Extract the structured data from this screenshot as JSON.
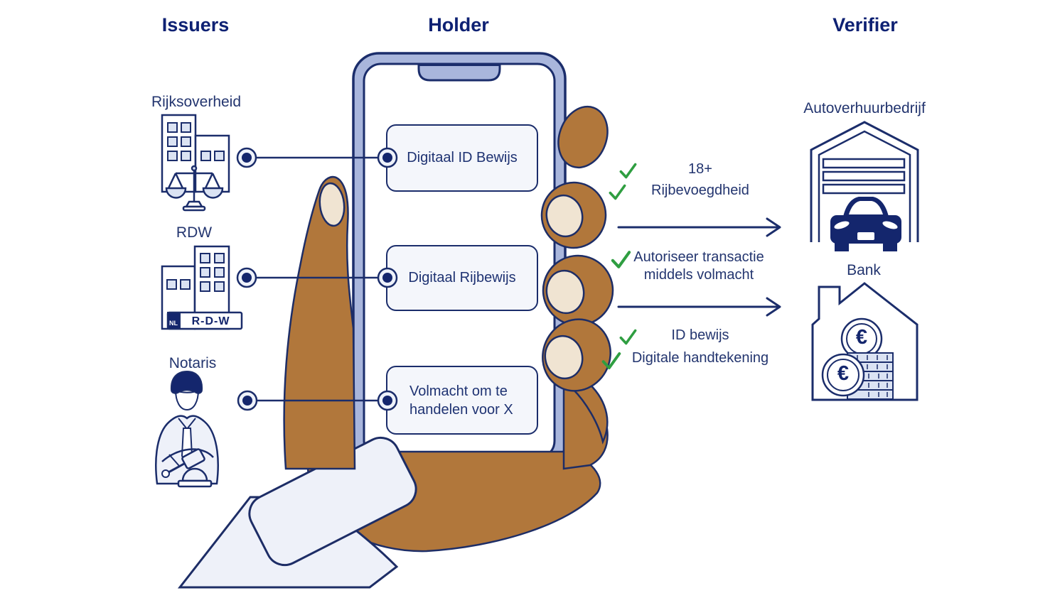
{
  "colors": {
    "navy_outline": "#1b2d6b",
    "heading_text": "#0e2173",
    "body_text": "#23356f",
    "phone_frame": "#a9b6dc",
    "card_background": "#f4f6fb",
    "window_fill": "#dbe3f3",
    "skin": "#b1773b",
    "fingernail": "#f0e4d2",
    "sleeve": "#eef1f9",
    "check_green": "#2f9e41"
  },
  "headers": {
    "issuers": "Issuers",
    "holder": "Holder",
    "verifier": "Verifier"
  },
  "issuers": [
    {
      "label": "Rijksoverheid",
      "icon": "government-building-scales-icon"
    },
    {
      "label": "RDW",
      "icon": "rdw-building-icon",
      "plate": "R-D-W",
      "plate_country": "NL"
    },
    {
      "label": "Notaris",
      "icon": "notary-person-gavel-icon"
    }
  ],
  "wallet": {
    "cards": [
      {
        "label": "Digitaal ID Bewijs"
      },
      {
        "label": "Digitaal Rijbewijs"
      },
      {
        "label": "Volmacht om te handelen voor X"
      }
    ]
  },
  "claims": {
    "group1": [
      {
        "label": "18+",
        "checked": true
      },
      {
        "label": "Rijbevoegdheid",
        "checked": true
      }
    ],
    "group2": [
      {
        "label": "Autoriseer transactie middels volmacht",
        "checked": true
      }
    ],
    "group3": [
      {
        "label": "ID bewijs",
        "checked": true
      },
      {
        "label": "Digitale handtekening",
        "checked": true
      }
    ]
  },
  "verifiers": [
    {
      "label": "Autoverhuurbedrijf",
      "icon": "car-rental-garage-icon"
    },
    {
      "label": "Bank",
      "icon": "bank-house-coins-icon",
      "currency_symbol": "€"
    }
  ]
}
